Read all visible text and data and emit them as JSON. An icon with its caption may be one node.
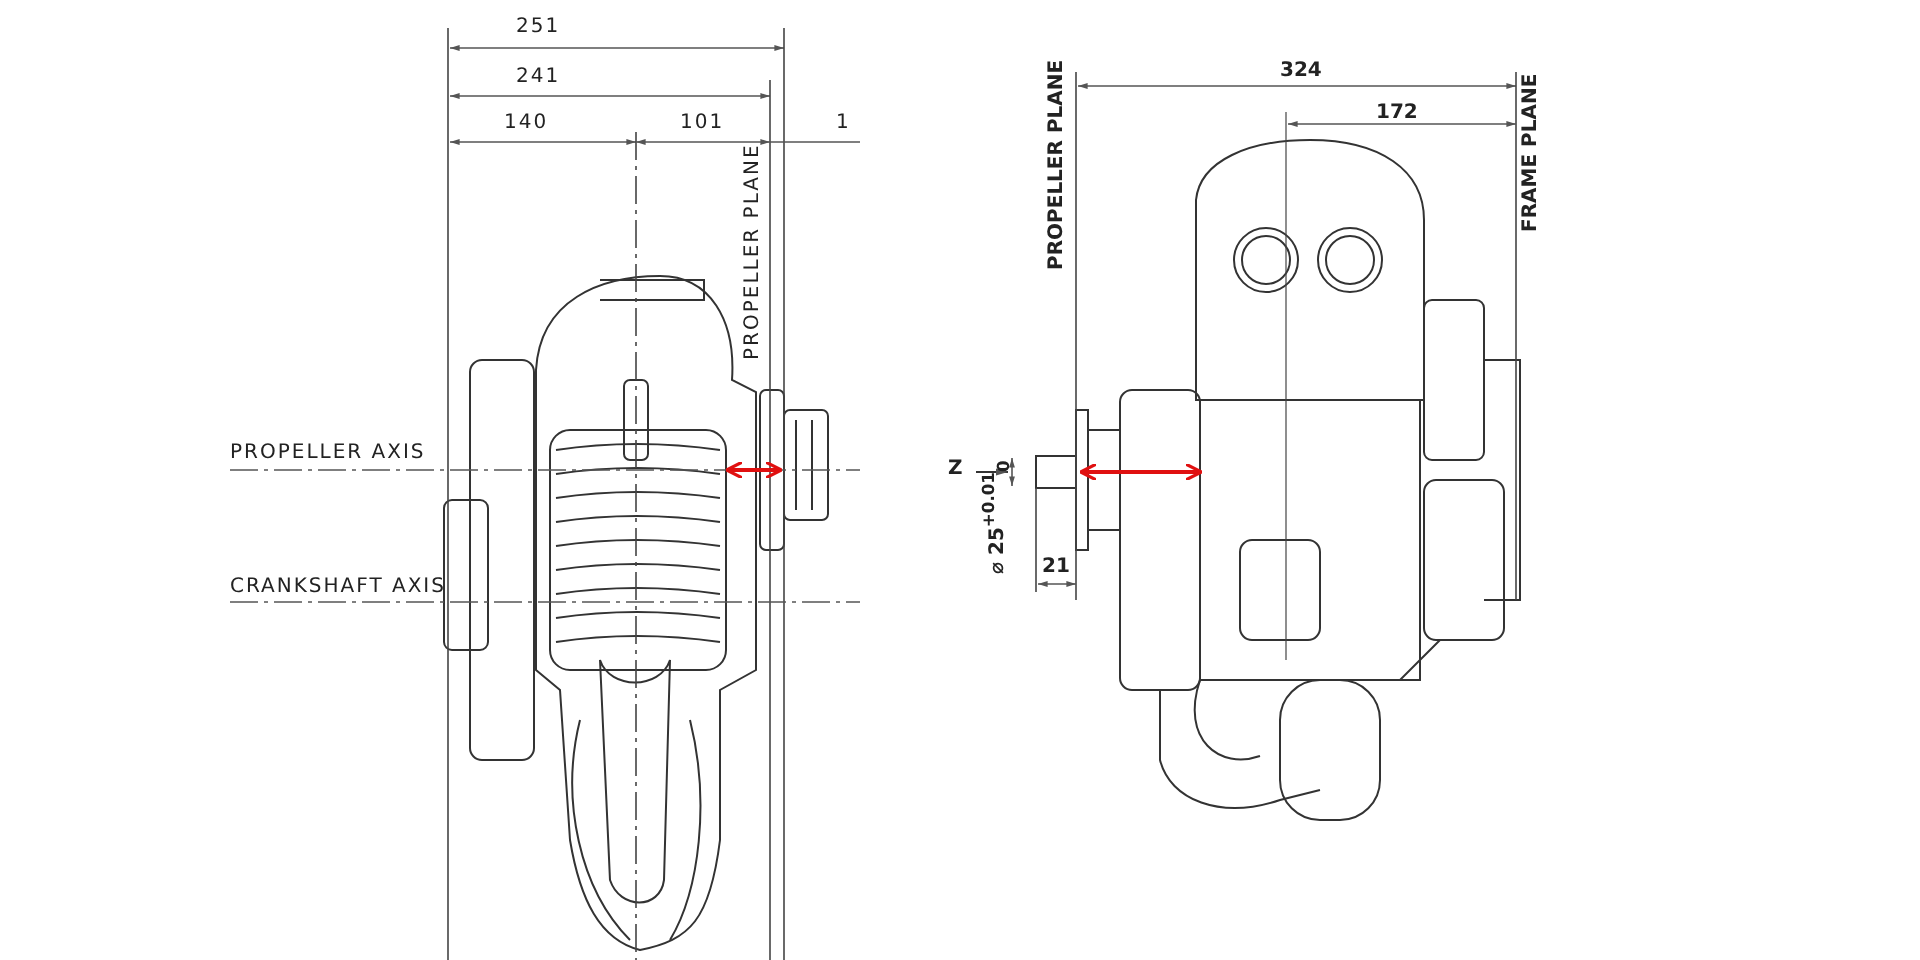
{
  "diagram": {
    "labels": [
      "251",
      "241",
      "140",
      "101",
      "1",
      "PROPELLER PLANE",
      "PROPELLER AXIS",
      "CRANKSHAFT AXIS",
      "324",
      "172",
      "PROPELLER PLANE",
      "FRAME PLANE",
      "Z",
      "⌀ 25$^{+0.01}$$_{0}$",
      "21"
    ]
  }
}
